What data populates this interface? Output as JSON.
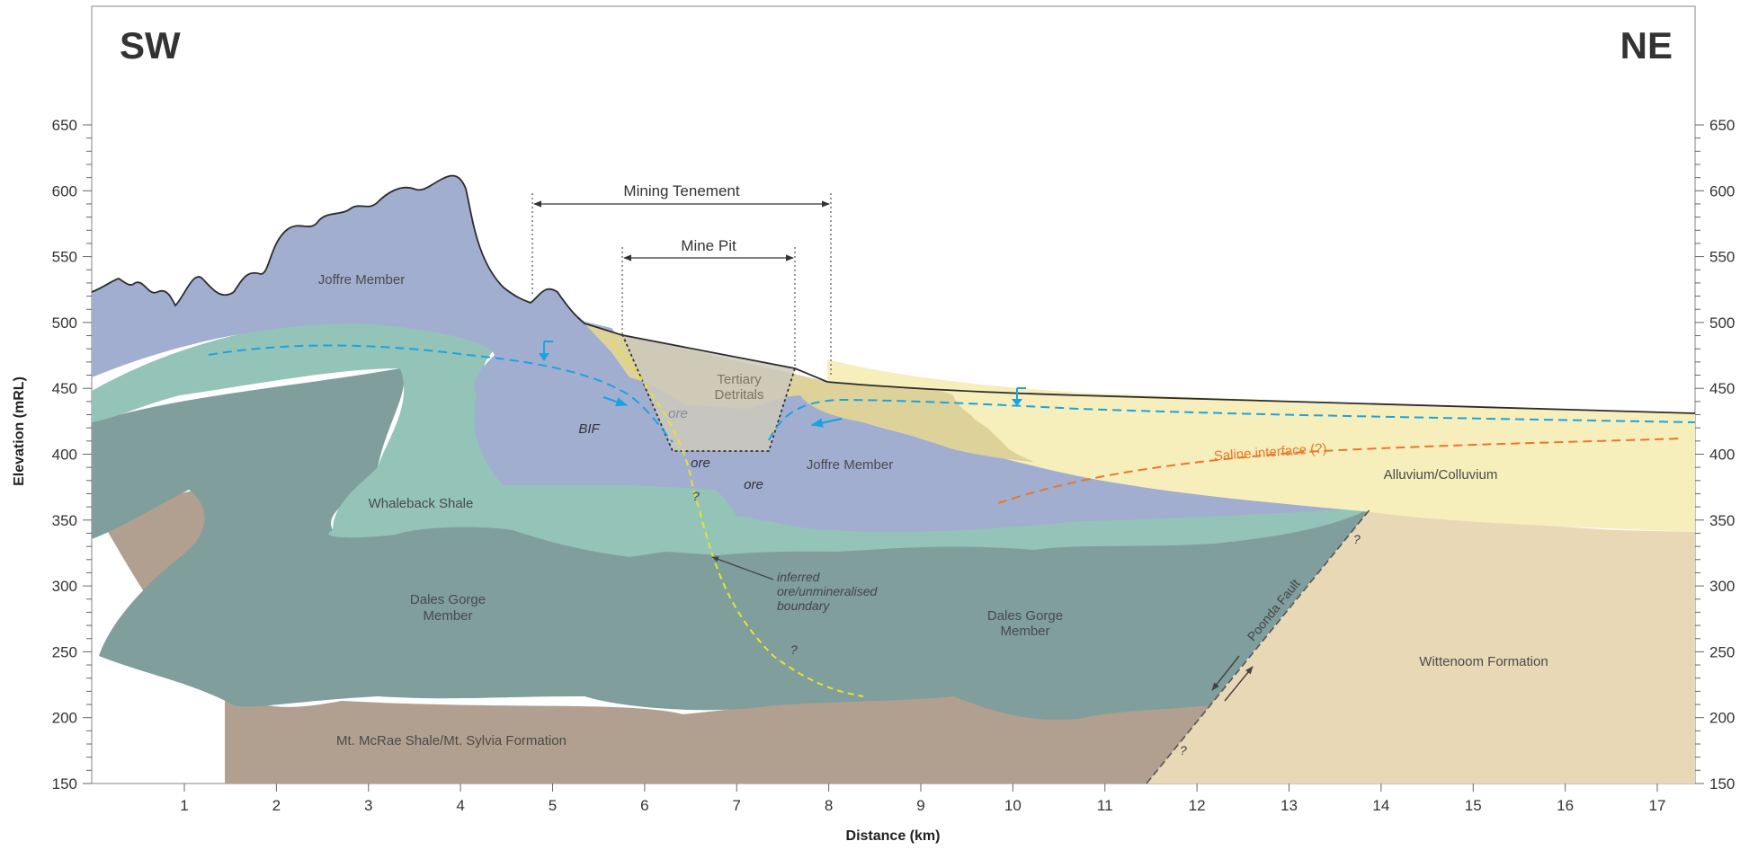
{
  "directions": {
    "left": "SW",
    "right": "NE"
  },
  "axes": {
    "ylabel": "Elevation (mRL)",
    "xlabel": "Distance (km)",
    "y_ticks": [
      "150",
      "200",
      "250",
      "300",
      "350",
      "400",
      "450",
      "500",
      "550",
      "600",
      "650"
    ],
    "x_ticks": [
      "1",
      "2",
      "3",
      "4",
      "5",
      "6",
      "7",
      "8",
      "9",
      "10",
      "11",
      "12",
      "13",
      "14",
      "15",
      "16",
      "17"
    ]
  },
  "dimensions": {
    "mining_tenement": "Mining Tenement",
    "mine_pit": "Mine Pit"
  },
  "units": {
    "joffre_upper": "Joffre Member",
    "joffre_lower": "Joffre Member",
    "whaleback": "Whaleback Shale",
    "dales_left_1": "Dales Gorge",
    "dales_left_2": "Member",
    "dales_right_1": "Dales Gorge",
    "dales_right_2": "Member",
    "mcrae": "Mt. McRae Shale/Mt. Sylvia Formation",
    "tertiary_1": "Tertiary",
    "tertiary_2": "Detritals",
    "alluvium": "Alluvium/Colluvium",
    "wittenoom": "Wittenoom Formation",
    "bif": "BIF"
  },
  "ore_labels": [
    "ore",
    "ore",
    "ore"
  ],
  "annotations": {
    "saline": "Saline interface (?)",
    "inferred_1": "inferred",
    "inferred_2": "ore/unmineralised",
    "inferred_3": "boundary",
    "poonda_fault": "Poonda Fault",
    "q": "?"
  },
  "colors": {
    "joffre": "#a1aed0",
    "whaleback": "#94c3b7",
    "dales_gorge": "#7f9e9c",
    "mcrae": "#b1a08f",
    "wittenoom": "#e9d8b6",
    "alluvium": "#f6eebb",
    "detritals": "#ddd29a",
    "pit_fill": "#cdc9bd",
    "water_table": "#1ba3e0",
    "saline": "#e9772b",
    "ore_boundary": "#e8e32a"
  }
}
